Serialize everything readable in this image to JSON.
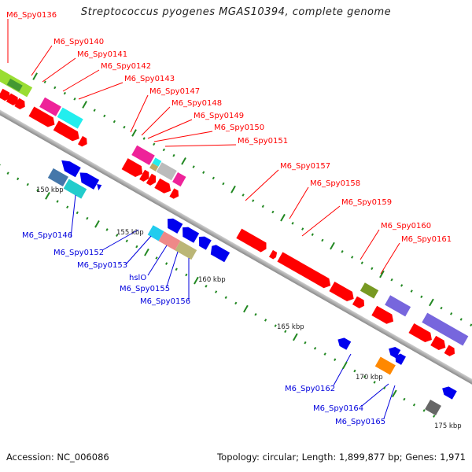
{
  "title": "Streptococcus pyogenes MGAS10394, complete genome",
  "footer": {
    "accession": "Accession: NC_006086",
    "summary": "Topology: circular; Length: 1,899,877 bp; Genes: 1,971"
  },
  "colors": {
    "forward_label": "#ff0000",
    "reverse_label": "#0000dd",
    "backbone": "#999999",
    "tick": "#228822"
  },
  "scale_labels": [
    "150 kbp",
    "155 kbp",
    "160 kbp",
    "165 kbp",
    "170 kbp",
    "175 kbp"
  ],
  "forward_labels": [
    "M6_Spy0136",
    "M6_Spy0140",
    "M6_Spy0141",
    "M6_Spy0142",
    "M6_Spy0143",
    "M6_Spy0147",
    "M6_Spy0148",
    "M6_Spy0149",
    "M6_Spy0150",
    "M6_Spy0151",
    "M6_Spy0157",
    "M6_Spy0158",
    "M6_Spy0159",
    "M6_Spy0160",
    "M6_Spy0161"
  ],
  "reverse_labels": [
    "M6_Spy0146",
    "M6_Spy0152",
    "M6_Spy0153",
    "hslO",
    "M6_Spy0155",
    "M6_Spy0156",
    "M6_Spy0162",
    "M6_Spy0164",
    "M6_Spy0165"
  ]
}
